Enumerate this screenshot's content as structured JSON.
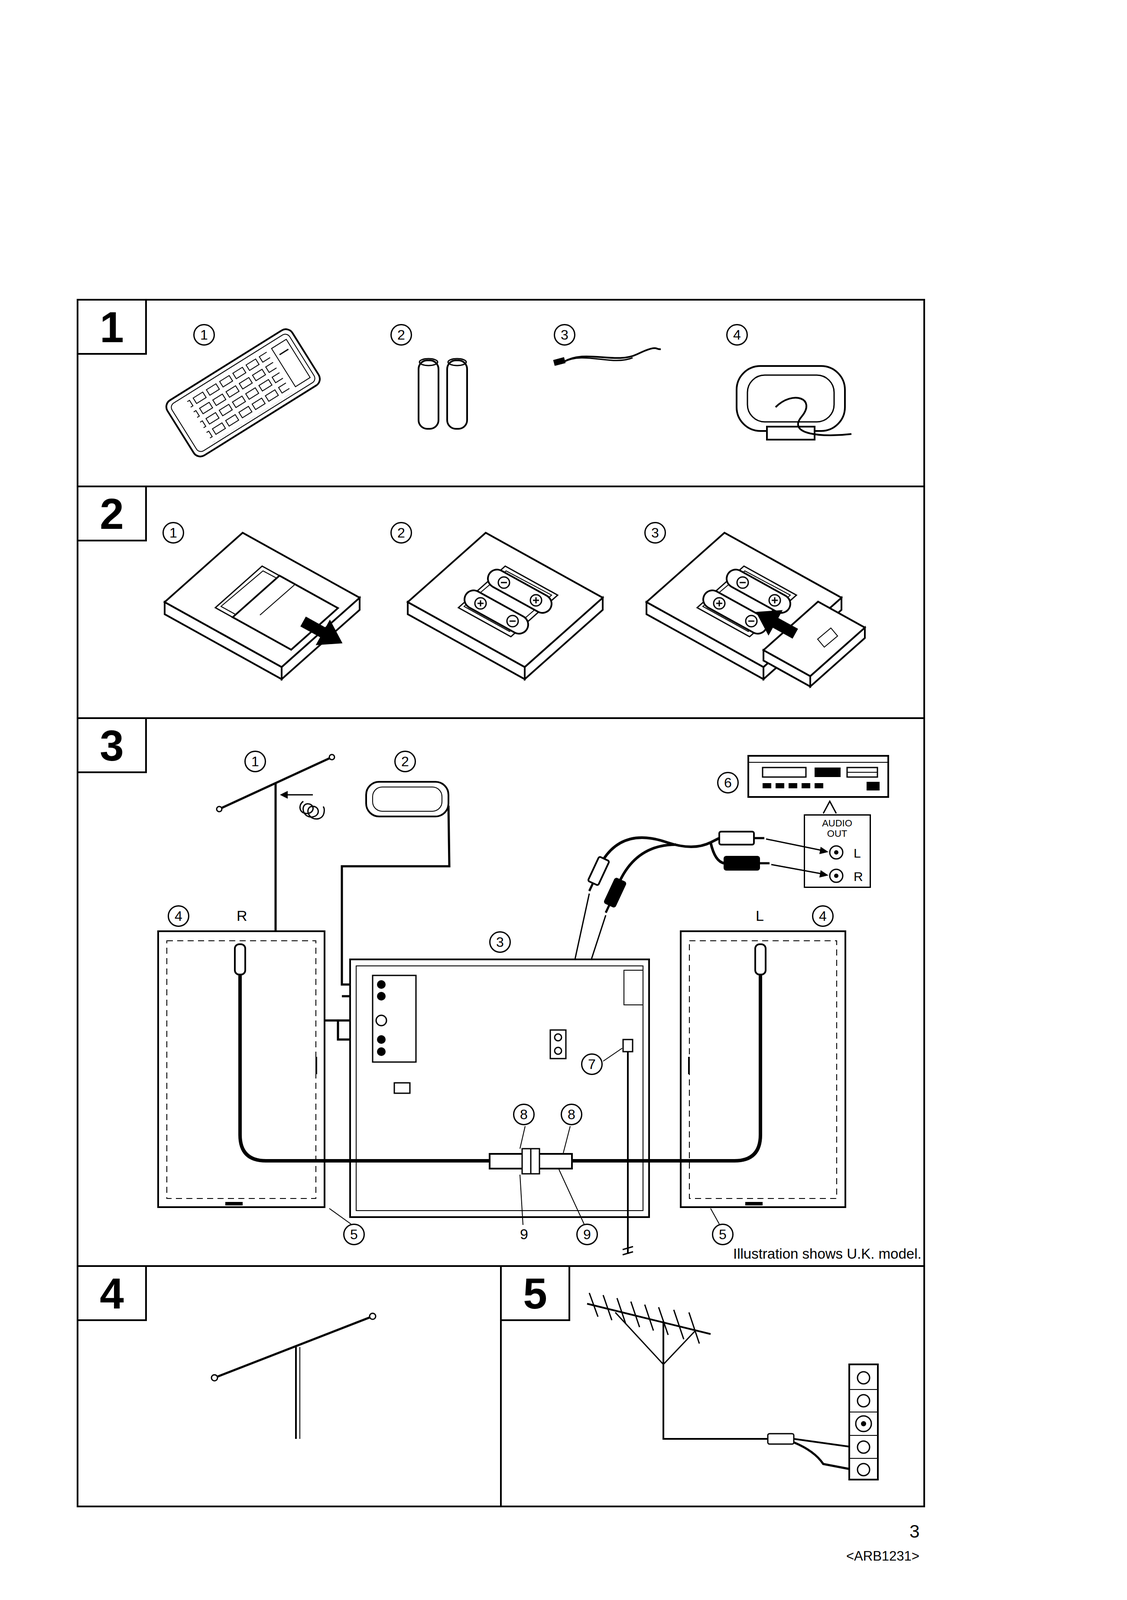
{
  "diagram": {
    "nodes": [
      {
        "text": [
          "1"
        ]
      },
      {
        "text": [
          "2"
        ]
      },
      {
        "text": [
          "3"
        ]
      },
      {
        "text": [
          "AUDIO OUT",
          "L",
          "R"
        ],
        "in": 2
      },
      {
        "text": [
          "4"
        ]
      },
      {
        "text": [
          "5"
        ]
      }
    ],
    "labels": [
      "1",
      "2",
      "3",
      "4",
      "1",
      "2",
      "3",
      "1",
      "2",
      "6",
      "4",
      "R",
      "3",
      "L",
      "4",
      "7",
      "8",
      "8",
      "5",
      "9",
      "9",
      "5",
      "Illustration shows U.K. model.",
      "3",
      "<ARB1231>"
    ]
  }
}
